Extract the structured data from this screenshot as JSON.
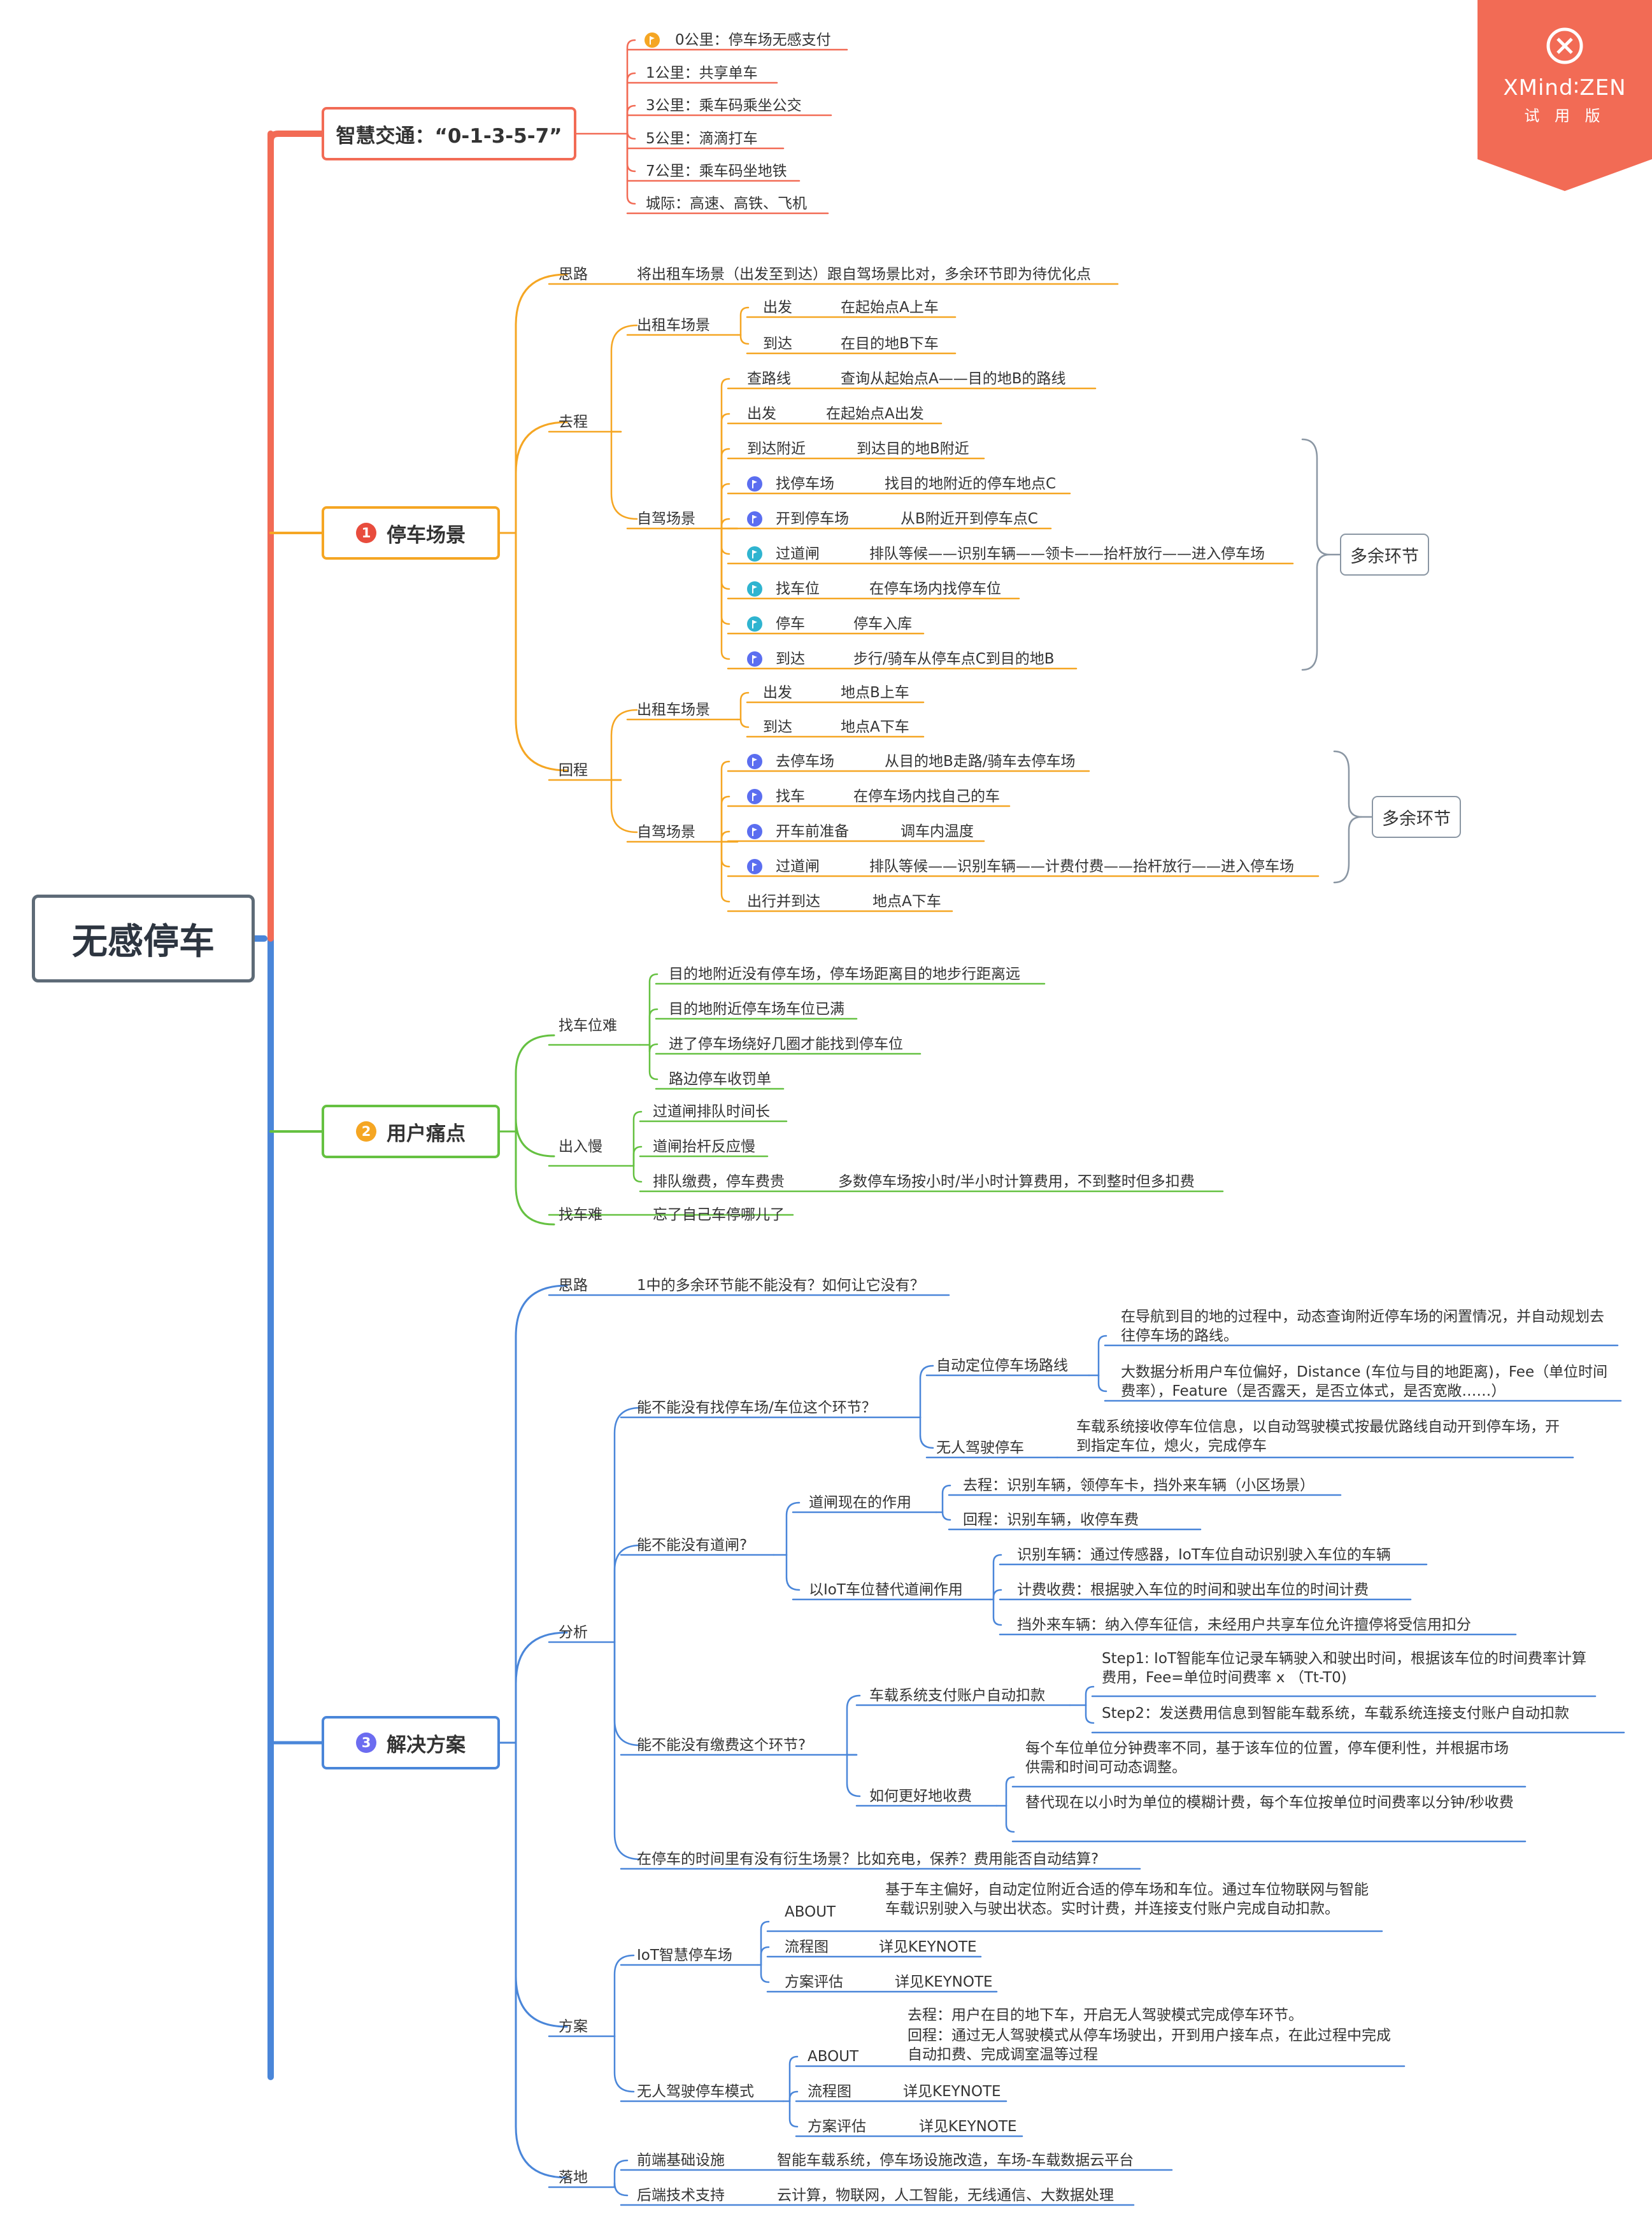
{
  "root": "无感停车",
  "watermark": {
    "brand": "XMind∶ZEN",
    "edition": "试 用 版",
    "color": "#f26b55"
  },
  "colors": {
    "red": "#f26b55",
    "orange": "#f5a623",
    "green": "#65c141",
    "blue": "#4a86d9",
    "trunk": "#4a86d9"
  },
  "branch1": {
    "title": "智慧交通：“0-1-3-5-7”",
    "items": [
      "0公里：停车场无感支付",
      "1公里：共享单车",
      "3公里：乘车码乘坐公交",
      "5公里：滴滴打车",
      "7公里：乘车码坐地铁",
      "城际：高速、高铁、飞机"
    ]
  },
  "branch2": {
    "num": "1",
    "title": "停车场景",
    "silu_label": "思路",
    "silu_text": "将出租车场景（出发至到达）跟自驾场景比对，多余环节即为待优化点",
    "qucheng": "去程",
    "taxi": "出租车场景",
    "taxi_go": [
      {
        "k": "出发",
        "v": "在起始点A上车"
      },
      {
        "k": "到达",
        "v": "在目的地B下车"
      }
    ],
    "self": "自驾场景",
    "self_go": [
      {
        "k": "查路线",
        "v": "查询从起始点A——目的地B的路线"
      },
      {
        "k": "出发",
        "v": "在起始点A出发"
      },
      {
        "k": "到达附近",
        "v": "到达目的地B附近"
      },
      {
        "k": "找停车场",
        "v": "找目的地附近的停车地点C"
      },
      {
        "k": "开到停车场",
        "v": "从B附近开到停车点C"
      },
      {
        "k": "过道闸",
        "v": "排队等候——识别车辆——领卡——抬杆放行——进入停车场"
      },
      {
        "k": "找车位",
        "v": "在停车场内找停车位"
      },
      {
        "k": "停车",
        "v": "停车入库"
      },
      {
        "k": "到达",
        "v": "步行/骑车从停车点C到目的地B"
      }
    ],
    "huicheng": "回程",
    "taxi_back": [
      {
        "k": "出发",
        "v": "地点B上车"
      },
      {
        "k": "到达",
        "v": "地点A下车"
      }
    ],
    "self_back": [
      {
        "k": "去停车场",
        "v": "从目的地B走路/骑车去停车场"
      },
      {
        "k": "找车",
        "v": "在停车场内找自己的车"
      },
      {
        "k": "开车前准备",
        "v": "调车内温度"
      },
      {
        "k": "过道闸",
        "v": "排队等候——识别车辆——计费付费——抬杆放行——进入停车场"
      },
      {
        "k": "出行并到达",
        "v": "地点A下车"
      }
    ],
    "summary": "多余环节"
  },
  "branch3": {
    "num": "2",
    "title": "用户痛点",
    "find_spot": "找车位难",
    "find_spot_items": [
      "目的地附近没有停车场，停车场距离目的地步行距离远",
      "目的地附近停车场车位已满",
      "进了停车场绕好几圈才能找到停车位",
      "路边停车收罚单"
    ],
    "exit_slow": "出入慢",
    "exit_items": [
      "过道闸排队时间长",
      "道闸抬杆反应慢",
      "排队缴费，停车费贵"
    ],
    "fee_detail": "多数停车场按小时/半小时计算费用，不到整时但多扣费",
    "find_car": "找车难",
    "find_car_item": "忘了自己车停哪儿了"
  },
  "branch4": {
    "num": "3",
    "title": "解决方案",
    "silu_label": "思路",
    "silu_text": "1中的多余环节能不能没有？如何让它没有？",
    "analysis": "分析",
    "q1": "能不能没有找停车场/车位这个环节？",
    "q1_a": "自动定位停车场路线",
    "q1_a1": "在导航到目的地的过程中，动态查询附近停车场的闲置情况，并自动规划去往停车场的路线。",
    "q1_a2": "大数据分析用户车位偏好，Distance (车位与目的地距离)，Fee（单位时间费率），Feature（是否露天，是否立体式，是否宽敞……）",
    "q1_b": "无人驾驶停车",
    "q1_b1": "车载系统接收停车位信息，以自动驾驶模式按最优路线自动开到停车场，开到指定车位，熄火，完成停车",
    "q2": "能不能没有道闸?",
    "q2_a": "道闸现在的作用",
    "q2_a1": "去程：识别车辆，领停车卡，挡外来车辆（小区场景）",
    "q2_a2": "回程：识别车辆，收停车费",
    "q2_b": "以IoT车位替代道闸作用",
    "q2_b1": "识别车辆：通过传感器，IoT车位自动识别驶入车位的车辆",
    "q2_b2": "计费收费：根据驶入车位的时间和驶出车位的时间计费",
    "q2_b3": "挡外来车辆：纳入停车征信，未经用户共享车位允许擅停将受信用扣分",
    "q3": "能不能没有缴费这个环节?",
    "q3_a": "车载系统支付账户自动扣款",
    "q3_a1": "Step1: IoT智能车位记录车辆驶入和驶出时间，根据该车位的时间费率计算费用，Fee=单位时间费率 x （Tt-T0)",
    "q3_a2": "Step2：发送费用信息到智能车载系统，车载系统连接支付账户自动扣款",
    "q3_b": "如何更好地收费",
    "q3_b1": "每个车位单位分钟费率不同，基于该车位的位置，停车便利性，并根据市场供需和时间可动态调整。",
    "q3_b2": "替代现在以小时为单位的模糊计费，每个车位按单位时间费率以分钟/秒收费",
    "q4": "在停车的时间里有没有衍生场景？比如充电，保养？费用能否自动结算?",
    "plan": "方案",
    "iot": "IoT智慧停车场",
    "iot_about_k": "ABOUT",
    "iot_about_v": "基于车主偏好，自动定位附近合适的停车场和车位。通过车位物联网与智能车载识别驶入与驶出状态。实时计费，并连接支付账户完成自动扣款。",
    "iot_flow_k": "流程图",
    "iot_flow_v": "详见KEYNOTE",
    "iot_eval_k": "方案评估",
    "iot_eval_v": "详见KEYNOTE",
    "auto": "无人驾驶停车模式",
    "auto_about_k": "ABOUT",
    "auto_about_v1": "去程：用户在目的地下车，开启无人驾驶模式完成停车环节。",
    "auto_about_v2": "回程：通过无人驾驶模式从停车场驶出，开到用户接车点，在此过程中完成自动扣费、完成调室温等过程",
    "auto_flow_k": "流程图",
    "auto_flow_v": "详见KEYNOTE",
    "auto_eval_k": "方案评估",
    "auto_eval_v": "详见KEYNOTE",
    "land": "落地",
    "front_k": "前端基础设施",
    "front_v": "智能车载系统，停车场设施改造，车场-车载数据云平台",
    "back_k": "后端技术支持",
    "back_v": "云计算，物联网，人工智能，无线通信、大数据处理"
  }
}
